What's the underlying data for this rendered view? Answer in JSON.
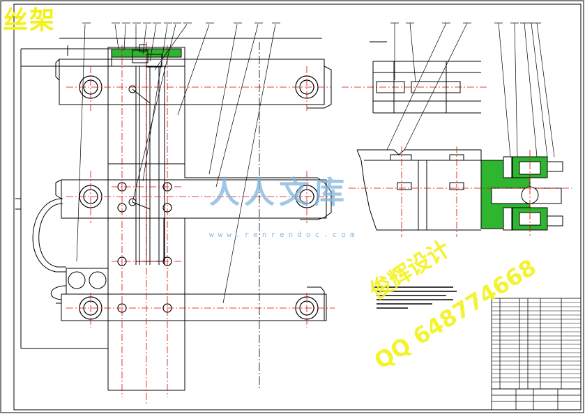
{
  "title_watermark": "丝架",
  "brand_watermark": "人人文库",
  "url_watermark": "www.renrendoc.com",
  "designer_watermark": "俊辉设计",
  "qq_watermark": "QQ 648774668",
  "colors": {
    "line": "#000000",
    "center_line": "#e00000",
    "section_fill": "#2fb52f",
    "watermark_yellow": "#f2f21a",
    "watermark_blue": "#7fb3dd"
  }
}
